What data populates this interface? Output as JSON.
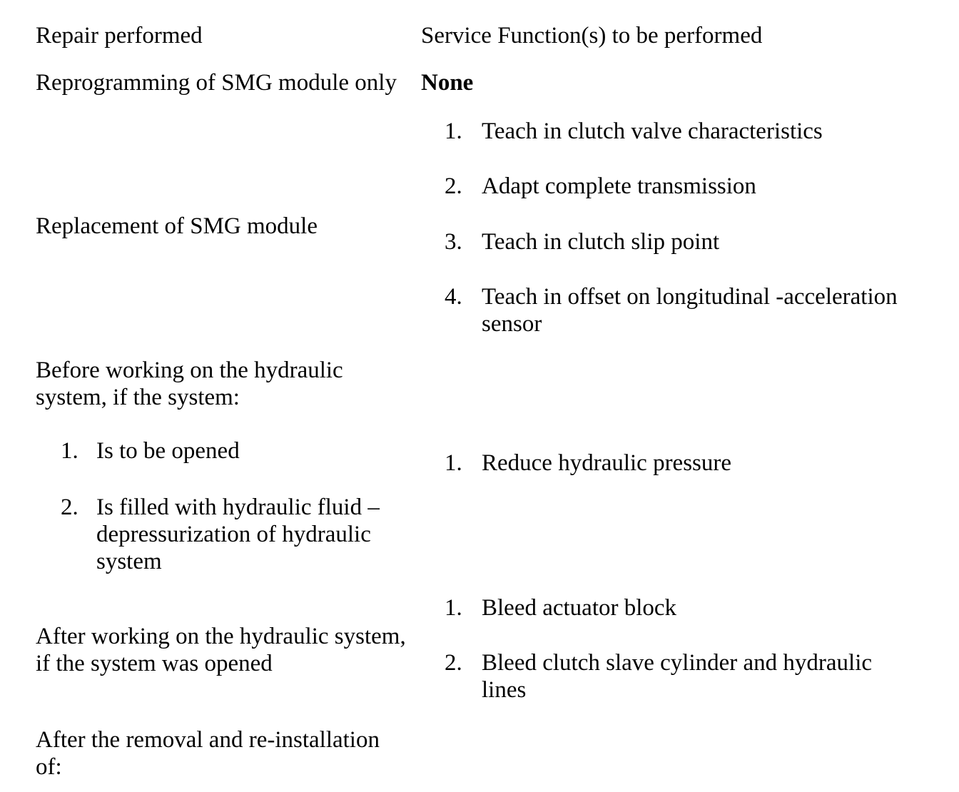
{
  "table": {
    "headers": {
      "repair": "Repair performed",
      "service": "Service Function(s) to be performed"
    },
    "rows": {
      "reprogramming": {
        "repair": "Reprogramming of SMG module only",
        "service": "None"
      },
      "replacement": {
        "repair": "Replacement of SMG module",
        "services": [
          {
            "num": "1.",
            "text": "Teach in clutch valve characteristics"
          },
          {
            "num": "2.",
            "text": "Adapt complete transmission"
          },
          {
            "num": "3.",
            "text": "Teach in clutch slip point"
          },
          {
            "num": "4.",
            "text": "Teach in offset on longitudinal -acceleration sensor"
          }
        ]
      },
      "before_working": {
        "repair": "Before working on the hydraulic system, if the system:",
        "conditions": [
          {
            "num": "1.",
            "text": "Is to be opened"
          },
          {
            "num": "2.",
            "text": "Is filled with hydraulic fluid – depressurization of hydraulic system"
          }
        ],
        "services": [
          {
            "num": "1.",
            "text": "Reduce hydraulic pressure"
          }
        ]
      },
      "after_working": {
        "repair": "After working on the hydraulic system, if the system was opened",
        "services": [
          {
            "num": "1.",
            "text": "Bleed actuator block"
          },
          {
            "num": "2.",
            "text": "Bleed clutch slave cylinder and hydraulic lines"
          }
        ]
      },
      "after_removal": {
        "repair": "After the removal and re-installation of:"
      }
    }
  }
}
